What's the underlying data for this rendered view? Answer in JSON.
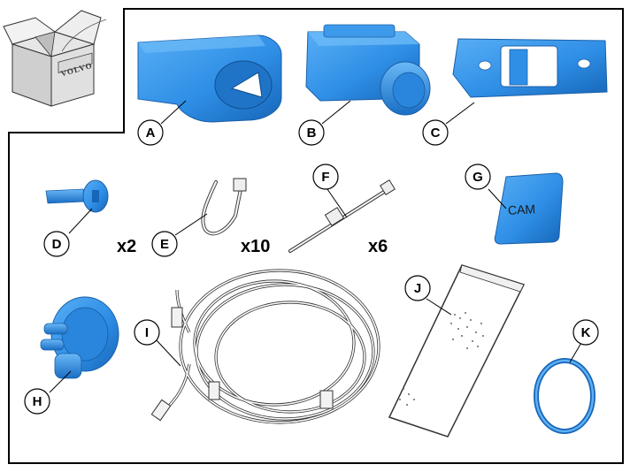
{
  "kit_box": {
    "brand_logo": "VOLVO"
  },
  "parts": [
    {
      "label": "A",
      "quantity": ""
    },
    {
      "label": "B",
      "quantity": ""
    },
    {
      "label": "C",
      "quantity": ""
    },
    {
      "label": "D",
      "quantity": "x2"
    },
    {
      "label": "E",
      "quantity": "x10"
    },
    {
      "label": "F",
      "quantity": "x6"
    },
    {
      "label": "G",
      "quantity": "",
      "text": "CAM"
    },
    {
      "label": "H",
      "quantity": ""
    },
    {
      "label": "I",
      "quantity": ""
    },
    {
      "label": "J",
      "quantity": ""
    },
    {
      "label": "K",
      "quantity": ""
    }
  ],
  "colors": {
    "part_blue": "#2f8fe6",
    "part_blue_dark": "#1666b8",
    "outline": "#000000"
  }
}
